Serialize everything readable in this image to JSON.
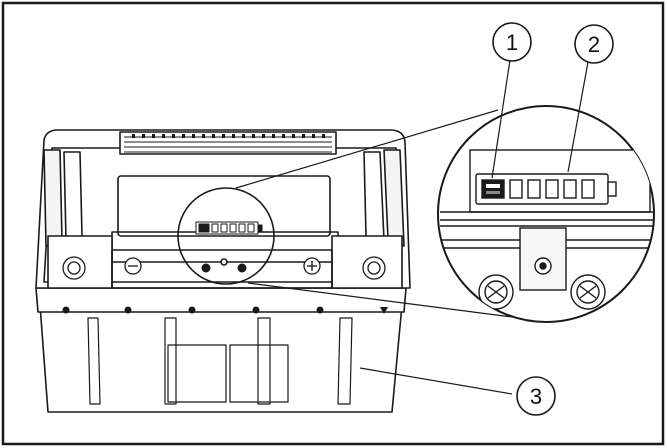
{
  "figure": {
    "callouts": [
      {
        "id": "callout-1",
        "label": "1"
      },
      {
        "id": "callout-2",
        "label": "2"
      },
      {
        "id": "callout-3",
        "label": "3"
      }
    ]
  },
  "colors": {
    "line": "#1a1a1a",
    "fill": "#ffffff",
    "shade": "#e9e9e9",
    "dark": "#333333"
  }
}
